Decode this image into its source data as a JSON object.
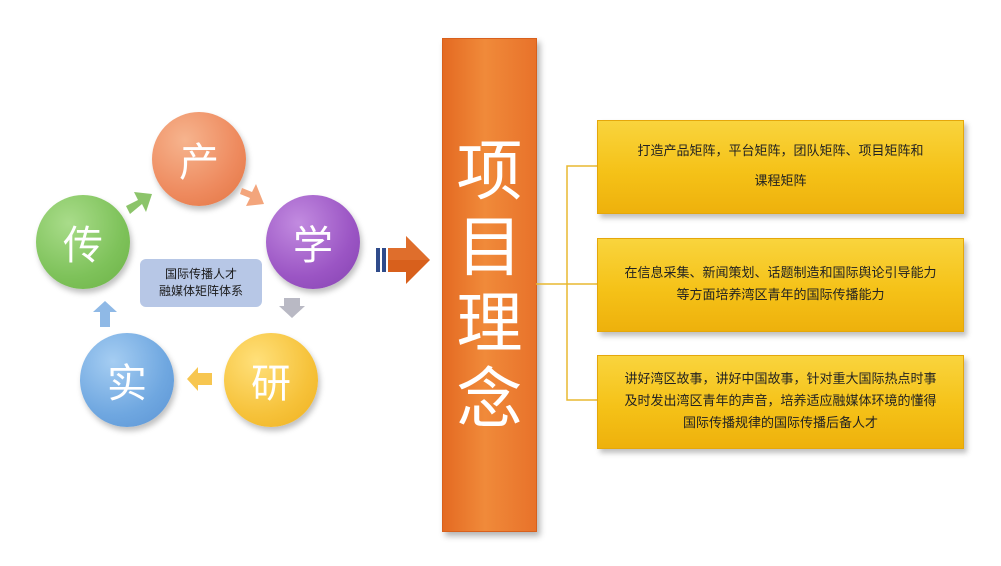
{
  "cycle": {
    "nodes": [
      {
        "char": "产",
        "color": "#ee8a5e"
      },
      {
        "char": "学",
        "color": "#9b55c4"
      },
      {
        "char": "研",
        "color": "#f6c23a"
      },
      {
        "char": "实",
        "color": "#6fa7e0"
      },
      {
        "char": "传",
        "color": "#7ec25a"
      }
    ],
    "center_lines": [
      "国际传播人才",
      "融媒体矩阵体系"
    ]
  },
  "core": {
    "title_chars": [
      "项",
      "目",
      "理",
      "念"
    ],
    "color": "#f08a3a"
  },
  "boxes": [
    {
      "lines": [
        "打造产品矩阵，平台矩阵，团队矩阵、项目矩阵和",
        "课程矩阵"
      ]
    },
    {
      "lines": [
        "在信息采集、新闻策划、话题制造和国际舆论引导能力",
        "等方面培养湾区青年的国际传播能力"
      ]
    },
    {
      "lines": [
        "讲好湾区故事，讲好中国故事，针对重大国际热点时事",
        "及时发出湾区青年的声音，培养适应融媒体环境的懂得",
        "国际传播规律的国际传播后备人才"
      ]
    }
  ],
  "colors": {
    "box_fill": "#f5c218",
    "connector": "#e8b830",
    "arrow": "#d8601c"
  }
}
